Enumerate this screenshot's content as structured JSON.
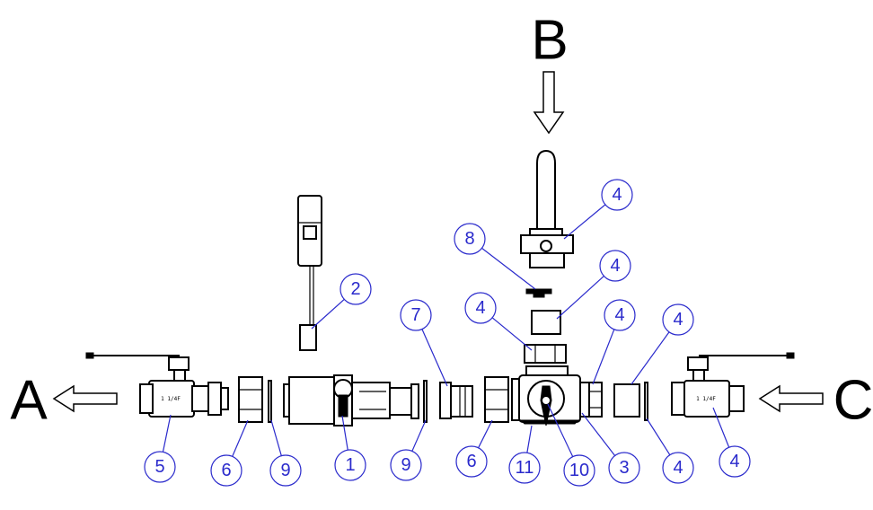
{
  "letters": {
    "a": "A",
    "b": "B",
    "c": "C"
  },
  "valve_marks": {
    "left": "1 1/4F",
    "right": "1 1/4F"
  },
  "callouts": [
    {
      "id": "c-4-top",
      "label": "4"
    },
    {
      "id": "c-8",
      "label": "8"
    },
    {
      "id": "c-4-nut",
      "label": "4"
    },
    {
      "id": "c-4-tail",
      "label": "4"
    },
    {
      "id": "c-2",
      "label": "2"
    },
    {
      "id": "c-7",
      "label": "7"
    },
    {
      "id": "c-4-ring",
      "label": "4"
    },
    {
      "id": "c-4-tail-right",
      "label": "4"
    },
    {
      "id": "c-5",
      "label": "5"
    },
    {
      "id": "c-6-left",
      "label": "6"
    },
    {
      "id": "c-9-left",
      "label": "9"
    },
    {
      "id": "c-1",
      "label": "1"
    },
    {
      "id": "c-9-right",
      "label": "9"
    },
    {
      "id": "c-6-right",
      "label": "6"
    },
    {
      "id": "c-11",
      "label": "11"
    },
    {
      "id": "c-10",
      "label": "10"
    },
    {
      "id": "c-3",
      "label": "3"
    },
    {
      "id": "c-4-gasket",
      "label": "4"
    },
    {
      "id": "c-4-valve-right",
      "label": "4"
    }
  ]
}
